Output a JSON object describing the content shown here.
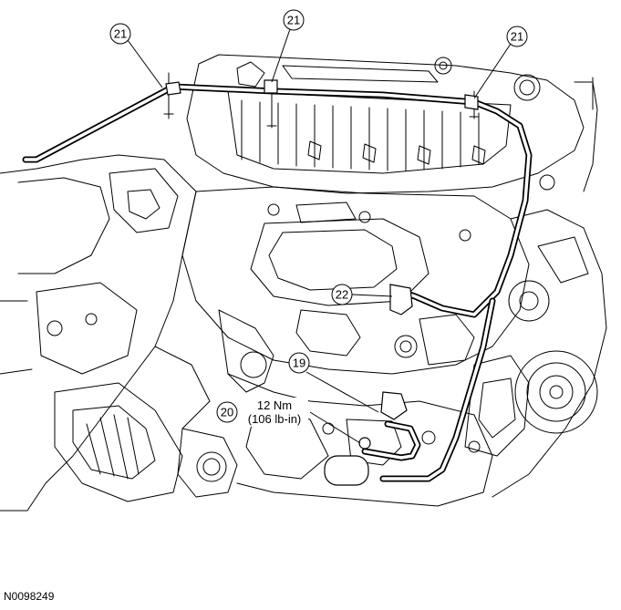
{
  "figure": {
    "id": "N0098249",
    "callouts": [
      {
        "label": "21"
      },
      {
        "label": "21"
      },
      {
        "label": "21"
      },
      {
        "label": "22"
      },
      {
        "label": "19"
      },
      {
        "label": "20"
      }
    ],
    "torque": {
      "metric": "12 Nm",
      "imperial": "(106 lb-in)"
    }
  },
  "colors": {
    "line": "#000000",
    "background": "#ffffff"
  }
}
